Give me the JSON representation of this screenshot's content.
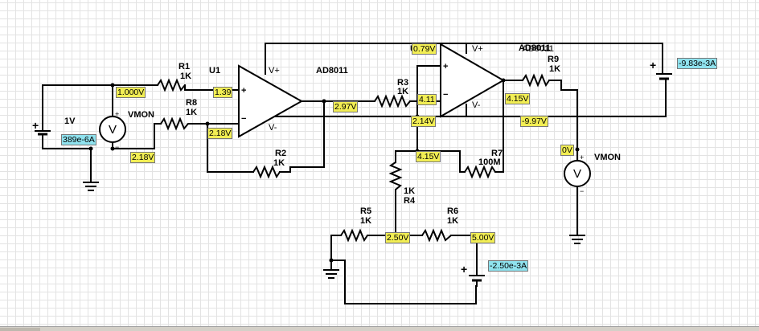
{
  "components": {
    "r1": {
      "name": "R1",
      "value": "1K"
    },
    "r2": {
      "name": "R2",
      "value": "1K"
    },
    "r3": {
      "name": "R3",
      "value": "1K"
    },
    "r4": {
      "name": "R4",
      "value": "1K"
    },
    "r5": {
      "name": "R5",
      "value": "1K"
    },
    "r6": {
      "name": "R6",
      "value": "1K"
    },
    "r7": {
      "name": "R7",
      "value": "100M"
    },
    "r8": {
      "name": "R8",
      "value": "1K"
    },
    "r9": {
      "name": "R9",
      "value": "1K"
    },
    "u1": {
      "name": "U1",
      "model": "AD8011"
    },
    "u2": {
      "name": "U3",
      "model": "AD8011",
      "model_overlap": "AD8011"
    },
    "source": {
      "value": "1V"
    },
    "vmon1": {
      "name": "VMON"
    },
    "vmon2": {
      "name": "VMON"
    }
  },
  "opamp_pins": {
    "vplus": "V+",
    "vminus": "V-",
    "plus": "+",
    "minus": "−"
  },
  "meter_pins": {
    "plus": "+",
    "minus": "−",
    "symbol": "V"
  },
  "battery_plus": "+",
  "readouts": {
    "n_1v": "1.000V",
    "n_u1_plus": "1.39",
    "n_u1_minus": "2.18V",
    "n_left_bottom": "2.18V",
    "n_u1_out": "2.97V",
    "n_u2_minus": "4.11",
    "n_u2_supply": "2.14V",
    "n_u2_top": "0.79V",
    "n_u2_out": "4.15V",
    "n_neg_rail": "-9.97V",
    "n_r4_top": "4.15V",
    "n_r5r6": "2.50V",
    "n_5v": "5.00V",
    "n_out": "0V",
    "i_src": "389e-6A",
    "i_batt_right": "-9.83e-3A",
    "i_batt_bottom": "-2.50e-3A"
  },
  "colors": {
    "voltage_label": "#f2ee54",
    "current_label": "#8fe2ee",
    "wire": "#000000",
    "grid": "#e3e3e3"
  }
}
